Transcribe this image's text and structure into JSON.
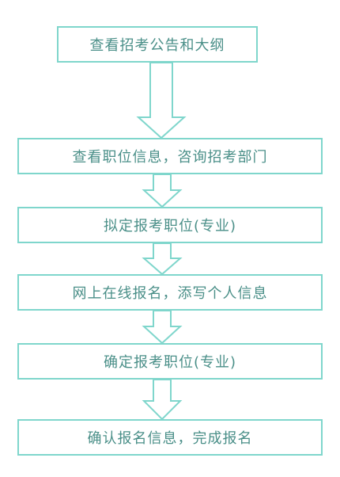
{
  "colors": {
    "accent": "#7fd6cc",
    "text": "#4a8f88"
  },
  "steps": [
    "查看招考公告和大纲",
    "查看职位信息，咨询招考部门",
    "拟定报考职位(专业)",
    "网上在线报名，添写个人信息",
    "确定报考职位(专业)",
    "确认报名信息，完成报名"
  ]
}
